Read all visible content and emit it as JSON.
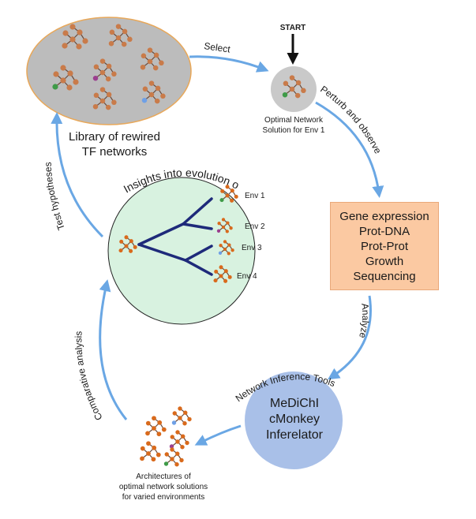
{
  "start_label": "START",
  "library": {
    "label_line1": "Library of rewired",
    "label_line2": "TF networks"
  },
  "optimal": {
    "label_line1": "Optimal Network",
    "label_line2": "Solution for Env 1"
  },
  "arrows": {
    "select": "Select",
    "perturb": "Perturb and observe",
    "analyze": "Analyze",
    "comparative": "Comparative analysis",
    "test": "Test hypotheses"
  },
  "measurements": [
    "Gene expression",
    "Prot-DNA",
    "Prot-Prot",
    "Growth",
    "Sequencing"
  ],
  "tools": {
    "title": "Network Inference Tools",
    "items": [
      "MeDiChI",
      "cMonkey",
      "Inferelator"
    ]
  },
  "insights": {
    "title": "Insights into evolution of GRN",
    "envs": [
      "Env 1",
      "Env 2",
      "Env 3",
      "Env 4"
    ]
  },
  "architectures": {
    "line1": "Architectures of",
    "line2": "optimal network solutions",
    "line3": "for varied environments"
  },
  "colors": {
    "node": "#c97b4a",
    "node_orange": "#d96a1c",
    "edge": "#6b4a3a",
    "purple": "#9b3f8f",
    "green": "#3f9b48",
    "blue": "#6fa0e6",
    "arrow": "#6aa7e4",
    "library_fill": "#bcbcbc",
    "library_stroke": "#e8a85a",
    "insight_fill": "#d8f2e0",
    "tools_fill": "#a9c0e8",
    "tree": "#1e2a7a"
  }
}
